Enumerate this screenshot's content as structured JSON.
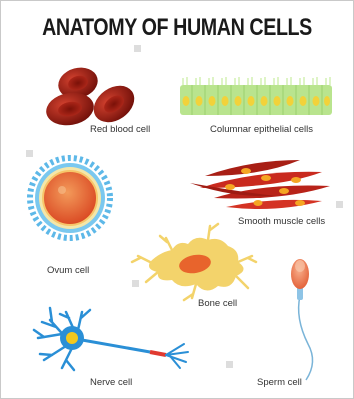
{
  "title": "ANATOMY OF HUMAN CELLS",
  "cells": {
    "red_blood": "Red blood cell",
    "columnar_epithelial": "Columnar epithelial cells",
    "smooth_muscle": "Smooth muscle cells",
    "ovum": "Ovum cell",
    "bone": "Bone cell",
    "nerve": "Nerve cell",
    "sperm": "Sperm cell"
  },
  "colors": {
    "red_blood": "#9e1b12",
    "epithelial": "#b9e48e",
    "epithelial_nucleus": "#f2d23a",
    "muscle": "#c92a1e",
    "muscle_nucleus": "#f5a623",
    "ovum_outer": "#3aa6e0",
    "ovum_core": "#e3552b",
    "bone": "#f3d36b",
    "bone_nucleus": "#e8642c",
    "nerve": "#2a8fd6",
    "nerve_nucleus": "#f2c81e",
    "sperm_head": "#f07a4f"
  }
}
